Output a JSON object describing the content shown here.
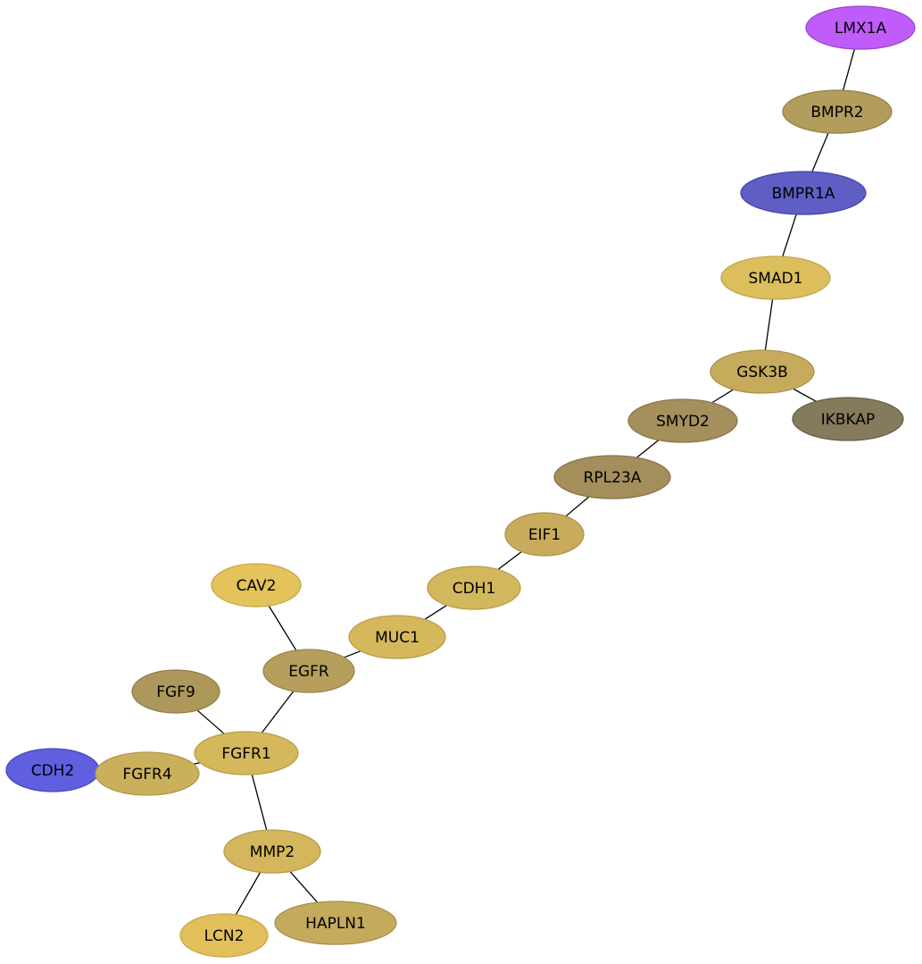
{
  "graph": {
    "nodes": [
      {
        "id": "LMX1A",
        "label": "LMX1A",
        "color": "#c05cfa",
        "stroke": "#9a47d0"
      },
      {
        "id": "BMPR2",
        "label": "BMPR2",
        "color": "#b29d5d",
        "stroke": "#95814a"
      },
      {
        "id": "BMPR1A",
        "label": "BMPR1A",
        "color": "#5e5ec4",
        "stroke": "#4646a8"
      },
      {
        "id": "SMAD1",
        "label": "SMAD1",
        "color": "#dcbe5c",
        "stroke": "#c3a54a"
      },
      {
        "id": "GSK3B",
        "label": "GSK3B",
        "color": "#c6ab5c",
        "stroke": "#ab9249"
      },
      {
        "id": "IKBKAP",
        "label": "IKBKAP",
        "color": "#867a5c",
        "stroke": "#6b6047"
      },
      {
        "id": "SMYD2",
        "label": "SMYD2",
        "color": "#a58f5c",
        "stroke": "#8a7648"
      },
      {
        "id": "RPL23A",
        "label": "RPL23A",
        "color": "#a38e5c",
        "stroke": "#887448"
      },
      {
        "id": "EIF1",
        "label": "EIF1",
        "color": "#c8ab5c",
        "stroke": "#ad9249"
      },
      {
        "id": "CDH1",
        "label": "CDH1",
        "color": "#d3b75c",
        "stroke": "#b89d4a"
      },
      {
        "id": "MUC1",
        "label": "MUC1",
        "color": "#d5b85c",
        "stroke": "#ba9e4a"
      },
      {
        "id": "CAV2",
        "label": "CAV2",
        "color": "#e4c25c",
        "stroke": "#cba84a"
      },
      {
        "id": "EGFR",
        "label": "EGFR",
        "color": "#b69f5c",
        "stroke": "#9a8549"
      },
      {
        "id": "FGF9",
        "label": "FGF9",
        "color": "#ad985c",
        "stroke": "#927e48"
      },
      {
        "id": "FGFR1",
        "label": "FGFR1",
        "color": "#d5b75c",
        "stroke": "#ba9d4a"
      },
      {
        "id": "CDH2",
        "label": "CDH2",
        "color": "#5f5fe0",
        "stroke": "#4646c2"
      },
      {
        "id": "FGFR4",
        "label": "FGFR4",
        "color": "#cbb05c",
        "stroke": "#b0964a"
      },
      {
        "id": "MMP2",
        "label": "MMP2",
        "color": "#d4b65c",
        "stroke": "#b99c4a"
      },
      {
        "id": "LCN2",
        "label": "LCN2",
        "color": "#e3bf5c",
        "stroke": "#c9a54a"
      },
      {
        "id": "HAPLN1",
        "label": "HAPLN1",
        "color": "#c4aa5c",
        "stroke": "#a99049"
      }
    ],
    "edges": [
      [
        "LMX1A",
        "BMPR2"
      ],
      [
        "BMPR2",
        "BMPR1A"
      ],
      [
        "BMPR1A",
        "SMAD1"
      ],
      [
        "SMAD1",
        "GSK3B"
      ],
      [
        "GSK3B",
        "IKBKAP"
      ],
      [
        "GSK3B",
        "SMYD2"
      ],
      [
        "SMYD2",
        "RPL23A"
      ],
      [
        "RPL23A",
        "EIF1"
      ],
      [
        "EIF1",
        "CDH1"
      ],
      [
        "CDH1",
        "MUC1"
      ],
      [
        "MUC1",
        "EGFR"
      ],
      [
        "CAV2",
        "EGFR"
      ],
      [
        "EGFR",
        "FGFR1"
      ],
      [
        "FGF9",
        "FGFR1"
      ],
      [
        "FGFR1",
        "FGFR4"
      ],
      [
        "FGFR4",
        "CDH2"
      ],
      [
        "FGFR1",
        "MMP2"
      ],
      [
        "MMP2",
        "LCN2"
      ],
      [
        "MMP2",
        "HAPLN1"
      ]
    ]
  }
}
